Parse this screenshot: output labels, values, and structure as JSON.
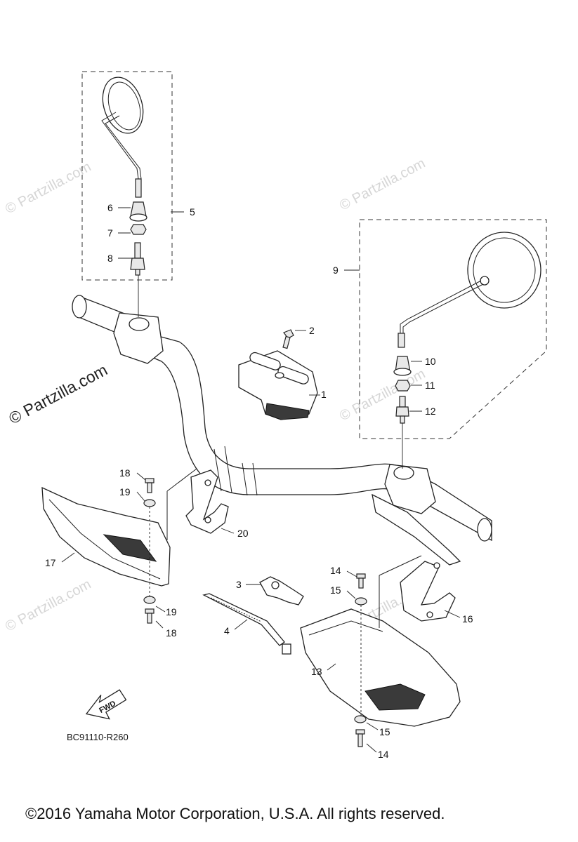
{
  "diagram": {
    "drawing_code": "BC91110-R260",
    "fwd_label": "FWD",
    "copyright": "©2016 Yamaha Motor Corporation, U.S.A. All rights reserved.",
    "watermark": "© Partzilla.com",
    "callouts": {
      "c1": "1",
      "c2": "2",
      "c3": "3",
      "c4": "4",
      "c5": "5",
      "c6": "6",
      "c7": "7",
      "c8": "8",
      "c9": "9",
      "c10": "10",
      "c11": "11",
      "c12": "12",
      "c13": "13",
      "c14a": "14",
      "c14b": "14",
      "c15a": "15",
      "c15b": "15",
      "c16": "16",
      "c17": "17",
      "c18a": "18",
      "c18b": "18",
      "c19a": "19",
      "c19b": "19",
      "c20": "20"
    }
  }
}
